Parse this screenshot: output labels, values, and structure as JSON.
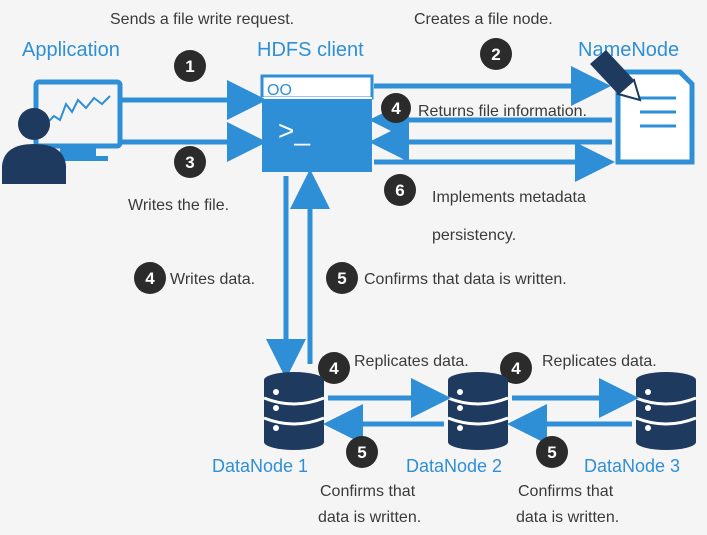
{
  "titles": {
    "application": "Application",
    "hdfs_client": "HDFS client",
    "namenode": "NameNode",
    "datanode1": "DataNode 1",
    "datanode2": "DataNode 2",
    "datanode3": "DataNode 3"
  },
  "client_window_icon": "OO",
  "client_prompt": ">_",
  "steps": {
    "s1": {
      "num": "1",
      "text": "Sends a file write request."
    },
    "s2": {
      "num": "2",
      "text": "Creates a file node."
    },
    "s3": {
      "num": "3",
      "text": "Writes the file."
    },
    "s4_return": {
      "num": "4",
      "text": "Returns file information."
    },
    "s6": {
      "num": "6",
      "text_line1": "Implements metadata",
      "text_line2": "persistency."
    },
    "s4_write": {
      "num": "4",
      "text": "Writes data."
    },
    "s5_confirm": {
      "num": "5",
      "text": "Confirms that data is written."
    },
    "s4_rep1": {
      "num": "4",
      "text": "Replicates data."
    },
    "s4_rep2": {
      "num": "4",
      "text": "Replicates data."
    },
    "s5_dn2": {
      "num": "5",
      "line1": "Confirms that",
      "line2": "data is written."
    },
    "s5_dn3": {
      "num": "5",
      "line1": "Confirms that",
      "line2": "data is written."
    }
  },
  "colors": {
    "accent": "#2f8fd6",
    "dark": "#2b2b2b",
    "db": "#1f3a5f"
  },
  "icons": [
    "person-icon",
    "monitor-icon",
    "terminal-icon",
    "document-icon",
    "pencil-icon",
    "database-icon"
  ]
}
